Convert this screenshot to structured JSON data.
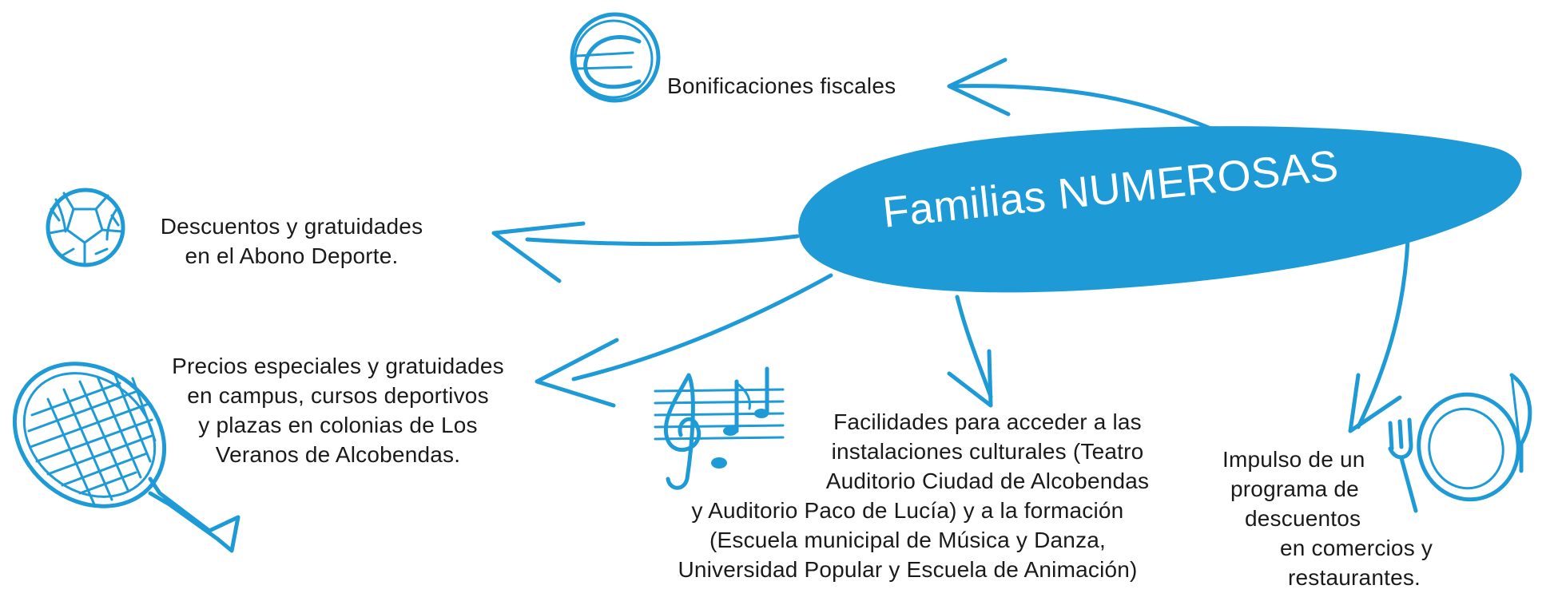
{
  "colors": {
    "accent": "#1e9ad6",
    "text": "#1a1a1a",
    "title_text": "#ffffff"
  },
  "center": {
    "title": "Familias NUMEROSAS"
  },
  "branches": {
    "fiscal": {
      "icon": "euro-icon",
      "lines": [
        "Bonificaciones fiscales"
      ]
    },
    "sport": {
      "icon": "soccer-ball-icon",
      "lines": [
        "Descuentos y gratuidades",
        "en el Abono Deporte."
      ]
    },
    "campus": {
      "icon": "tennis-racket-icon",
      "lines": [
        "Precios especiales y gratuidades",
        "en campus, cursos deportivos",
        "y plazas en colonias de Los",
        "Veranos de Alcobendas."
      ]
    },
    "culture": {
      "icon": "music-notes-icon",
      "lines": [
        "Facilidades para acceder a las",
        "instalaciones culturales (Teatro",
        "Auditorio Ciudad de Alcobendas",
        "y Auditorio Paco de Lucía) y a la formación",
        "(Escuela municipal de Música y Danza,",
        "Universidad Popular y Escuela de Animación)"
      ]
    },
    "commerce": {
      "icon": "plate-cutlery-icon",
      "lines": [
        "Impulso de un",
        "programa de",
        "descuentos",
        "en comercios y",
        "restaurantes."
      ]
    }
  }
}
